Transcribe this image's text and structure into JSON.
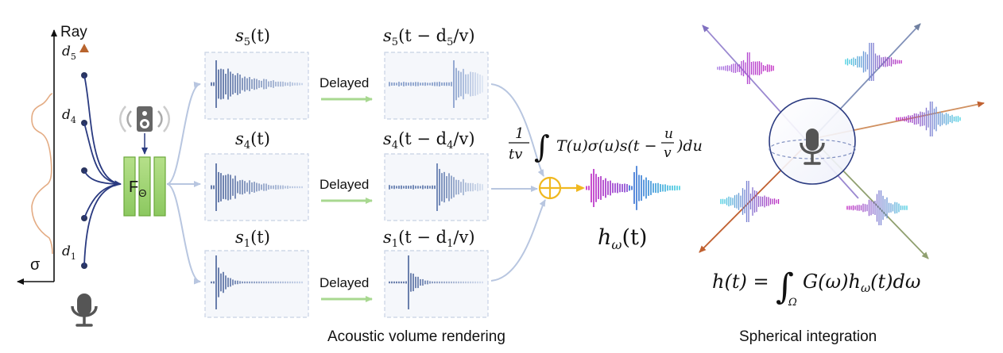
{
  "ray_panel": {
    "axis_label": "Ray",
    "sigma_label": "σ",
    "point_labels": [
      "d",
      "d",
      "d"
    ],
    "point_subscripts": [
      "5",
      "4",
      "1"
    ],
    "network_label": "F",
    "network_subscript": "Θ",
    "colors": {
      "ray_top": "#c0703a",
      "ray_bottom": "#f0d070",
      "points": "#2a3560",
      "density_curve": "#e0a880",
      "network_fill": "#9bd068",
      "network_stroke": "#6aa83a"
    }
  },
  "signals": [
    {
      "label": "s",
      "sub": "5",
      "arg": "(t)",
      "delayed_label": "s",
      "delayed_sub": "5",
      "delayed_arg": "(t − d",
      "delayed_arg_sub": "5",
      "delayed_arg_tail": "/v)",
      "delay_text": "Delayed"
    },
    {
      "label": "s",
      "sub": "4",
      "arg": "(t)",
      "delayed_label": "s",
      "delayed_sub": "4",
      "delayed_arg": "(t − d",
      "delayed_arg_sub": "4",
      "delayed_arg_tail": "/v)",
      "delay_text": "Delayed"
    },
    {
      "label": "s",
      "sub": "1",
      "arg": "(t)",
      "delayed_label": "s",
      "delayed_sub": "1",
      "delayed_arg": "(t − d",
      "delayed_arg_sub": "1",
      "delayed_arg_tail": "/v)",
      "delay_text": "Delayed"
    }
  ],
  "integral_formula": {
    "frac_num": "1",
    "frac_den": "tv",
    "integral": "∫",
    "body": "T(u)σ(u)s(t −",
    "inner_frac_num": "u",
    "inner_frac_den": "v",
    "tail": ")du"
  },
  "result_label": {
    "h": "h",
    "sub": "ω",
    "arg": "(t)"
  },
  "spherical_formula": {
    "lhs": "h(t) =",
    "integral": "∫",
    "domain": "Ω",
    "body": "G(ω)h",
    "sub": "ω",
    "tail": "(t)dω"
  },
  "captions": {
    "acoustic": "Acoustic volume rendering",
    "spherical": "Spherical integration"
  },
  "colors": {
    "wave_dark": "#2d4a8a",
    "wave_light": "#b8c8e4",
    "panel_border": "#c8d2e4",
    "panel_bg": "#f5f7fb",
    "arrow_blue": "#b8c6e0",
    "arrow_green": "#a8d890",
    "sum_symbol": "#f0b820",
    "magenta": "#c020c0",
    "cyan": "#40d0e0",
    "sphere": "#2a3a80"
  }
}
